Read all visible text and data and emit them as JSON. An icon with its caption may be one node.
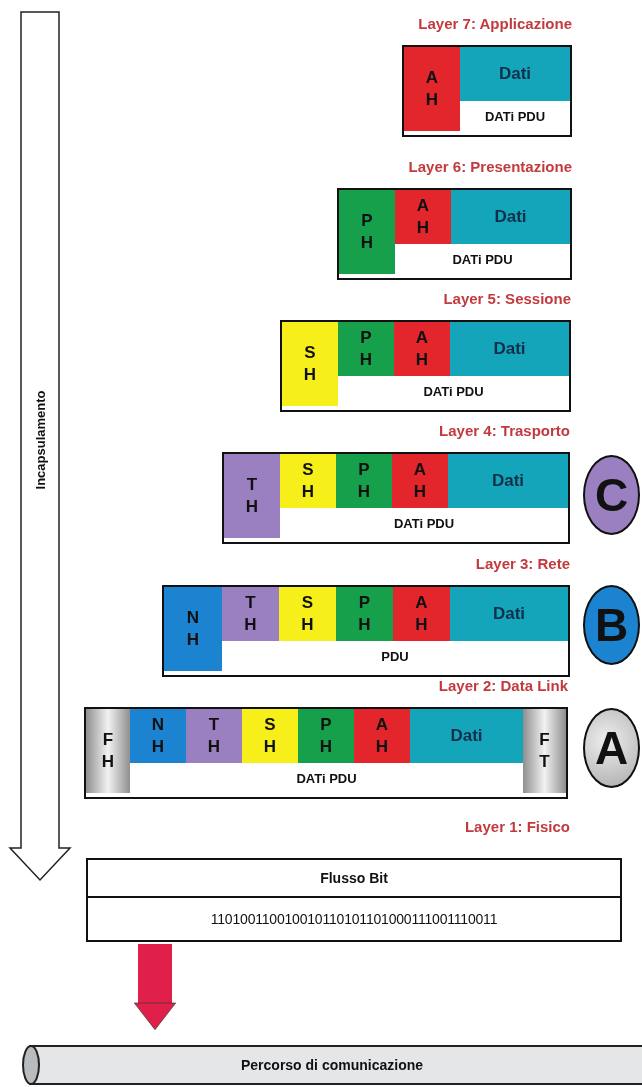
{
  "diagram": {
    "nodes": [
      {
        "text": [
          "Layer 7: Applicazione"
        ]
      },
      {
        "text": [
          "A H"
        ],
        "in": 0
      },
      {
        "text": [
          "Dati"
        ],
        "in": 0
      },
      {
        "text": [
          "DATi PDU"
        ],
        "in": 0
      },
      {
        "text": [
          "Layer 6: Presentazione"
        ]
      },
      {
        "text": [
          "P H"
        ],
        "in": 4
      },
      {
        "text": [
          "A H"
        ],
        "in": 4
      },
      {
        "text": [
          "Dati"
        ],
        "in": 4
      },
      {
        "text": [
          "DATi PDU"
        ],
        "in": 4
      },
      {
        "text": [
          "Layer 5: Sessione"
        ]
      },
      {
        "text": [
          "S H"
        ],
        "in": 9
      },
      {
        "text": [
          "P H"
        ],
        "in": 9
      },
      {
        "text": [
          "A H"
        ],
        "in": 9
      },
      {
        "text": [
          "Dati"
        ],
        "in": 9
      },
      {
        "text": [
          "DATi PDU"
        ],
        "in": 9
      },
      {
        "text": [
          "Layer 4: Trasporto"
        ]
      },
      {
        "text": [
          "T H"
        ],
        "in": 15
      },
      {
        "text": [
          "S H"
        ],
        "in": 15
      },
      {
        "text": [
          "P H"
        ],
        "in": 15
      },
      {
        "text": [
          "A H"
        ],
        "in": 15
      },
      {
        "text": [
          "Dati"
        ],
        "in": 15
      },
      {
        "text": [
          "DATi PDU"
        ],
        "in": 15
      },
      {
        "text": [
          "C"
        ]
      },
      {
        "text": [
          "Layer 3: Rete"
        ]
      },
      {
        "text": [
          "N H"
        ],
        "in": 23
      },
      {
        "text": [
          "T H"
        ],
        "in": 23
      },
      {
        "text": [
          "S H"
        ],
        "in": 23
      },
      {
        "text": [
          "P H"
        ],
        "in": 23
      },
      {
        "text": [
          "A H"
        ],
        "in": 23
      },
      {
        "text": [
          "Dati"
        ],
        "in": 23
      },
      {
        "text": [
          "PDU"
        ],
        "in": 23
      },
      {
        "text": [
          "B"
        ]
      },
      {
        "text": [
          "Layer 2: Data Link"
        ]
      },
      {
        "text": [
          "F H"
        ],
        "in": 32
      },
      {
        "text": [
          "N H"
        ],
        "in": 32
      },
      {
        "text": [
          "T H"
        ],
        "in": 32
      },
      {
        "text": [
          "S H"
        ],
        "in": 32
      },
      {
        "text": [
          "P H"
        ],
        "in": 32
      },
      {
        "text": [
          "A H"
        ],
        "in": 32
      },
      {
        "text": [
          "Dati"
        ],
        "in": 32
      },
      {
        "text": [
          "F T"
        ],
        "in": 32
      },
      {
        "text": [
          "DATi PDU"
        ],
        "in": 32
      },
      {
        "text": [
          "A"
        ]
      },
      {
        "text": [
          "Layer 1: Fisico",
          "Flusso Bit",
          "110100110010010110101101000111001110011"
        ]
      },
      {
        "text": [
          "Percorso di comunicazione"
        ]
      }
    ],
    "edges": [
      {
        "from": 43,
        "to": 44,
        "arrow": "to",
        "color": "#e0204a"
      }
    ],
    "labels": [
      "Incapsulamento"
    ]
  }
}
